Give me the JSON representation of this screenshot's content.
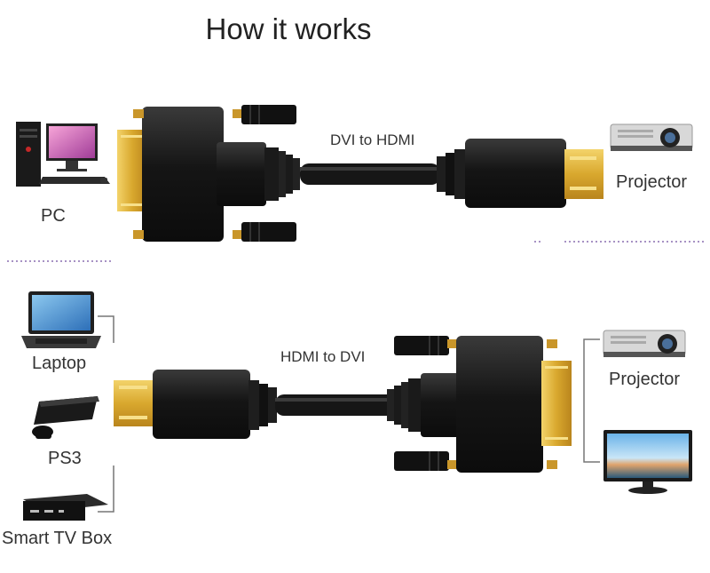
{
  "title": "How it works",
  "top": {
    "cable_label": "DVI to HDMI",
    "source_label": "PC",
    "target_label": "Projector"
  },
  "bottom": {
    "cable_label": "HDMI to DVI",
    "sources": [
      {
        "label": "Laptop"
      },
      {
        "label": "PS3"
      },
      {
        "label": "Smart TV Box"
      }
    ],
    "target_label": "Projector"
  },
  "colors": {
    "connector_body": "#1b1b1b",
    "gold": "#d9a82e",
    "divider": "#7d5aa6"
  }
}
